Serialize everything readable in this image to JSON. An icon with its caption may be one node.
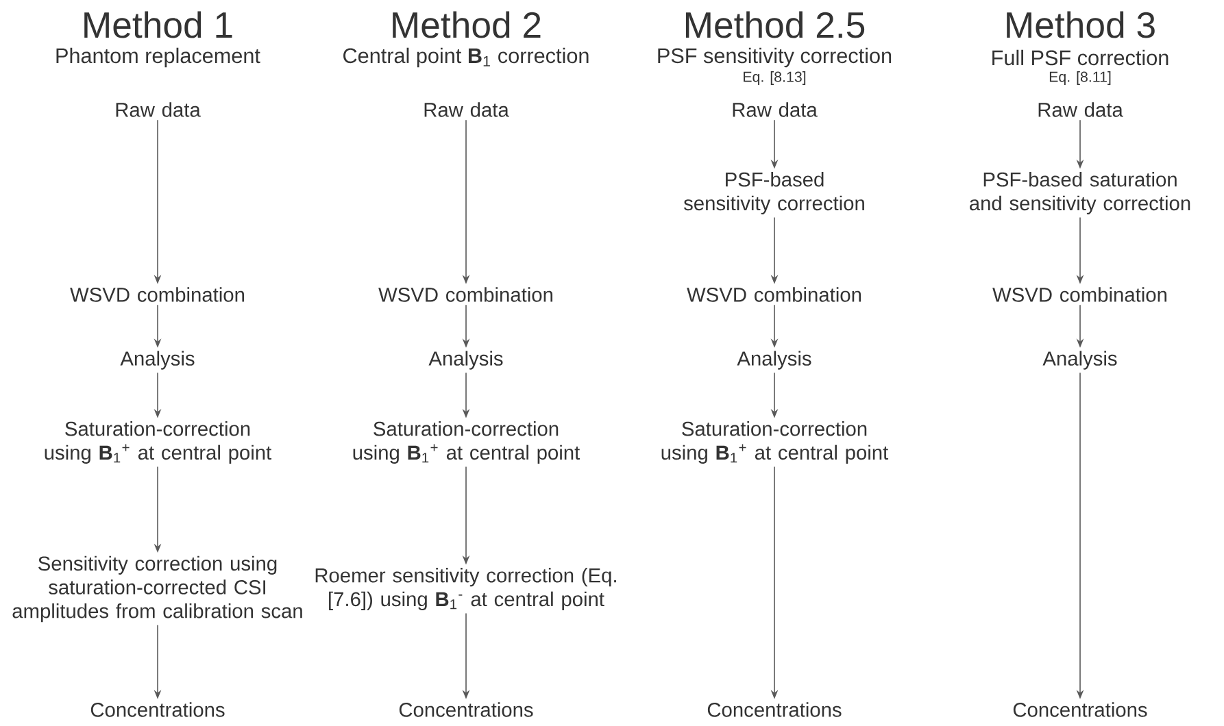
{
  "diagram": {
    "nodes": [
      {
        "text": [
          "Raw data"
        ]
      },
      {
        "text": [
          "WSVD combination"
        ]
      },
      {
        "text": [
          "Analysis"
        ]
      },
      {
        "text": [
          "Saturation-correction using **B**$_{1}$$^{+}$ at central point"
        ]
      },
      {
        "text": [
          "Sensitivity correction using saturation-corrected CSI amplitudes from calibration scan"
        ]
      },
      {
        "text": [
          "Concentrations"
        ]
      },
      {
        "text": [
          "Raw data"
        ]
      },
      {
        "text": [
          "WSVD combination"
        ]
      },
      {
        "text": [
          "Analysis"
        ]
      },
      {
        "text": [
          "Saturation-correction using **B**$_{1}$$^{+}$ at central point"
        ]
      },
      {
        "text": [
          "Roemer sensitivity correction (Eq. [7.6]) using **B**$_{1}$$^{-}$ at central point"
        ]
      },
      {
        "text": [
          "Concentrations"
        ]
      },
      {
        "text": [
          "Raw data"
        ]
      },
      {
        "text": [
          "PSF-based sensitivity correction"
        ]
      },
      {
        "text": [
          "WSVD combination"
        ]
      },
      {
        "text": [
          "Analysis"
        ]
      },
      {
        "text": [
          "Saturation-correction using **B**$_{1}$$^{+}$ at central point"
        ]
      },
      {
        "text": [
          "Concentrations"
        ]
      },
      {
        "text": [
          "Raw data"
        ]
      },
      {
        "text": [
          "PSF-based saturation and sensitivity correction"
        ]
      },
      {
        "text": [
          "WSVD combination"
        ]
      },
      {
        "text": [
          "Analysis"
        ]
      },
      {
        "text": [
          "Concentrations"
        ]
      }
    ],
    "edges": [
      {
        "from": 0,
        "to": 1,
        "arrow": "to"
      },
      {
        "from": 1,
        "to": 2,
        "arrow": "to"
      },
      {
        "from": 2,
        "to": 3,
        "arrow": "to"
      },
      {
        "from": 3,
        "to": 4,
        "arrow": "to"
      },
      {
        "from": 4,
        "to": 5,
        "arrow": "to"
      },
      {
        "from": 6,
        "to": 7,
        "arrow": "to"
      },
      {
        "from": 7,
        "to": 8,
        "arrow": "to"
      },
      {
        "from": 8,
        "to": 9,
        "arrow": "to"
      },
      {
        "from": 9,
        "to": 10,
        "arrow": "to"
      },
      {
        "from": 10,
        "to": 11,
        "arrow": "to"
      },
      {
        "from": 12,
        "to": 13,
        "arrow": "to"
      },
      {
        "from": 13,
        "to": 14,
        "arrow": "to"
      },
      {
        "from": 14,
        "to": 15,
        "arrow": "to"
      },
      {
        "from": 15,
        "to": 16,
        "arrow": "to"
      },
      {
        "from": 16,
        "to": 17,
        "arrow": "to"
      },
      {
        "from": 18,
        "to": 19,
        "arrow": "to"
      },
      {
        "from": 19,
        "to": 20,
        "arrow": "to"
      },
      {
        "from": 20,
        "to": 21,
        "arrow": "to"
      },
      {
        "from": 21,
        "to": 22,
        "arrow": "to"
      }
    ],
    "labels": [
      "Method 1",
      "Method 2",
      "Method 2.5",
      "Method 3",
      "Phantom replacement",
      "Central point **B**$_{1}$ correction",
      "PSF sensitivity correction",
      "Full PSF correction",
      "Eq. [8.13]",
      "Eq. [8.11]"
    ]
  }
}
